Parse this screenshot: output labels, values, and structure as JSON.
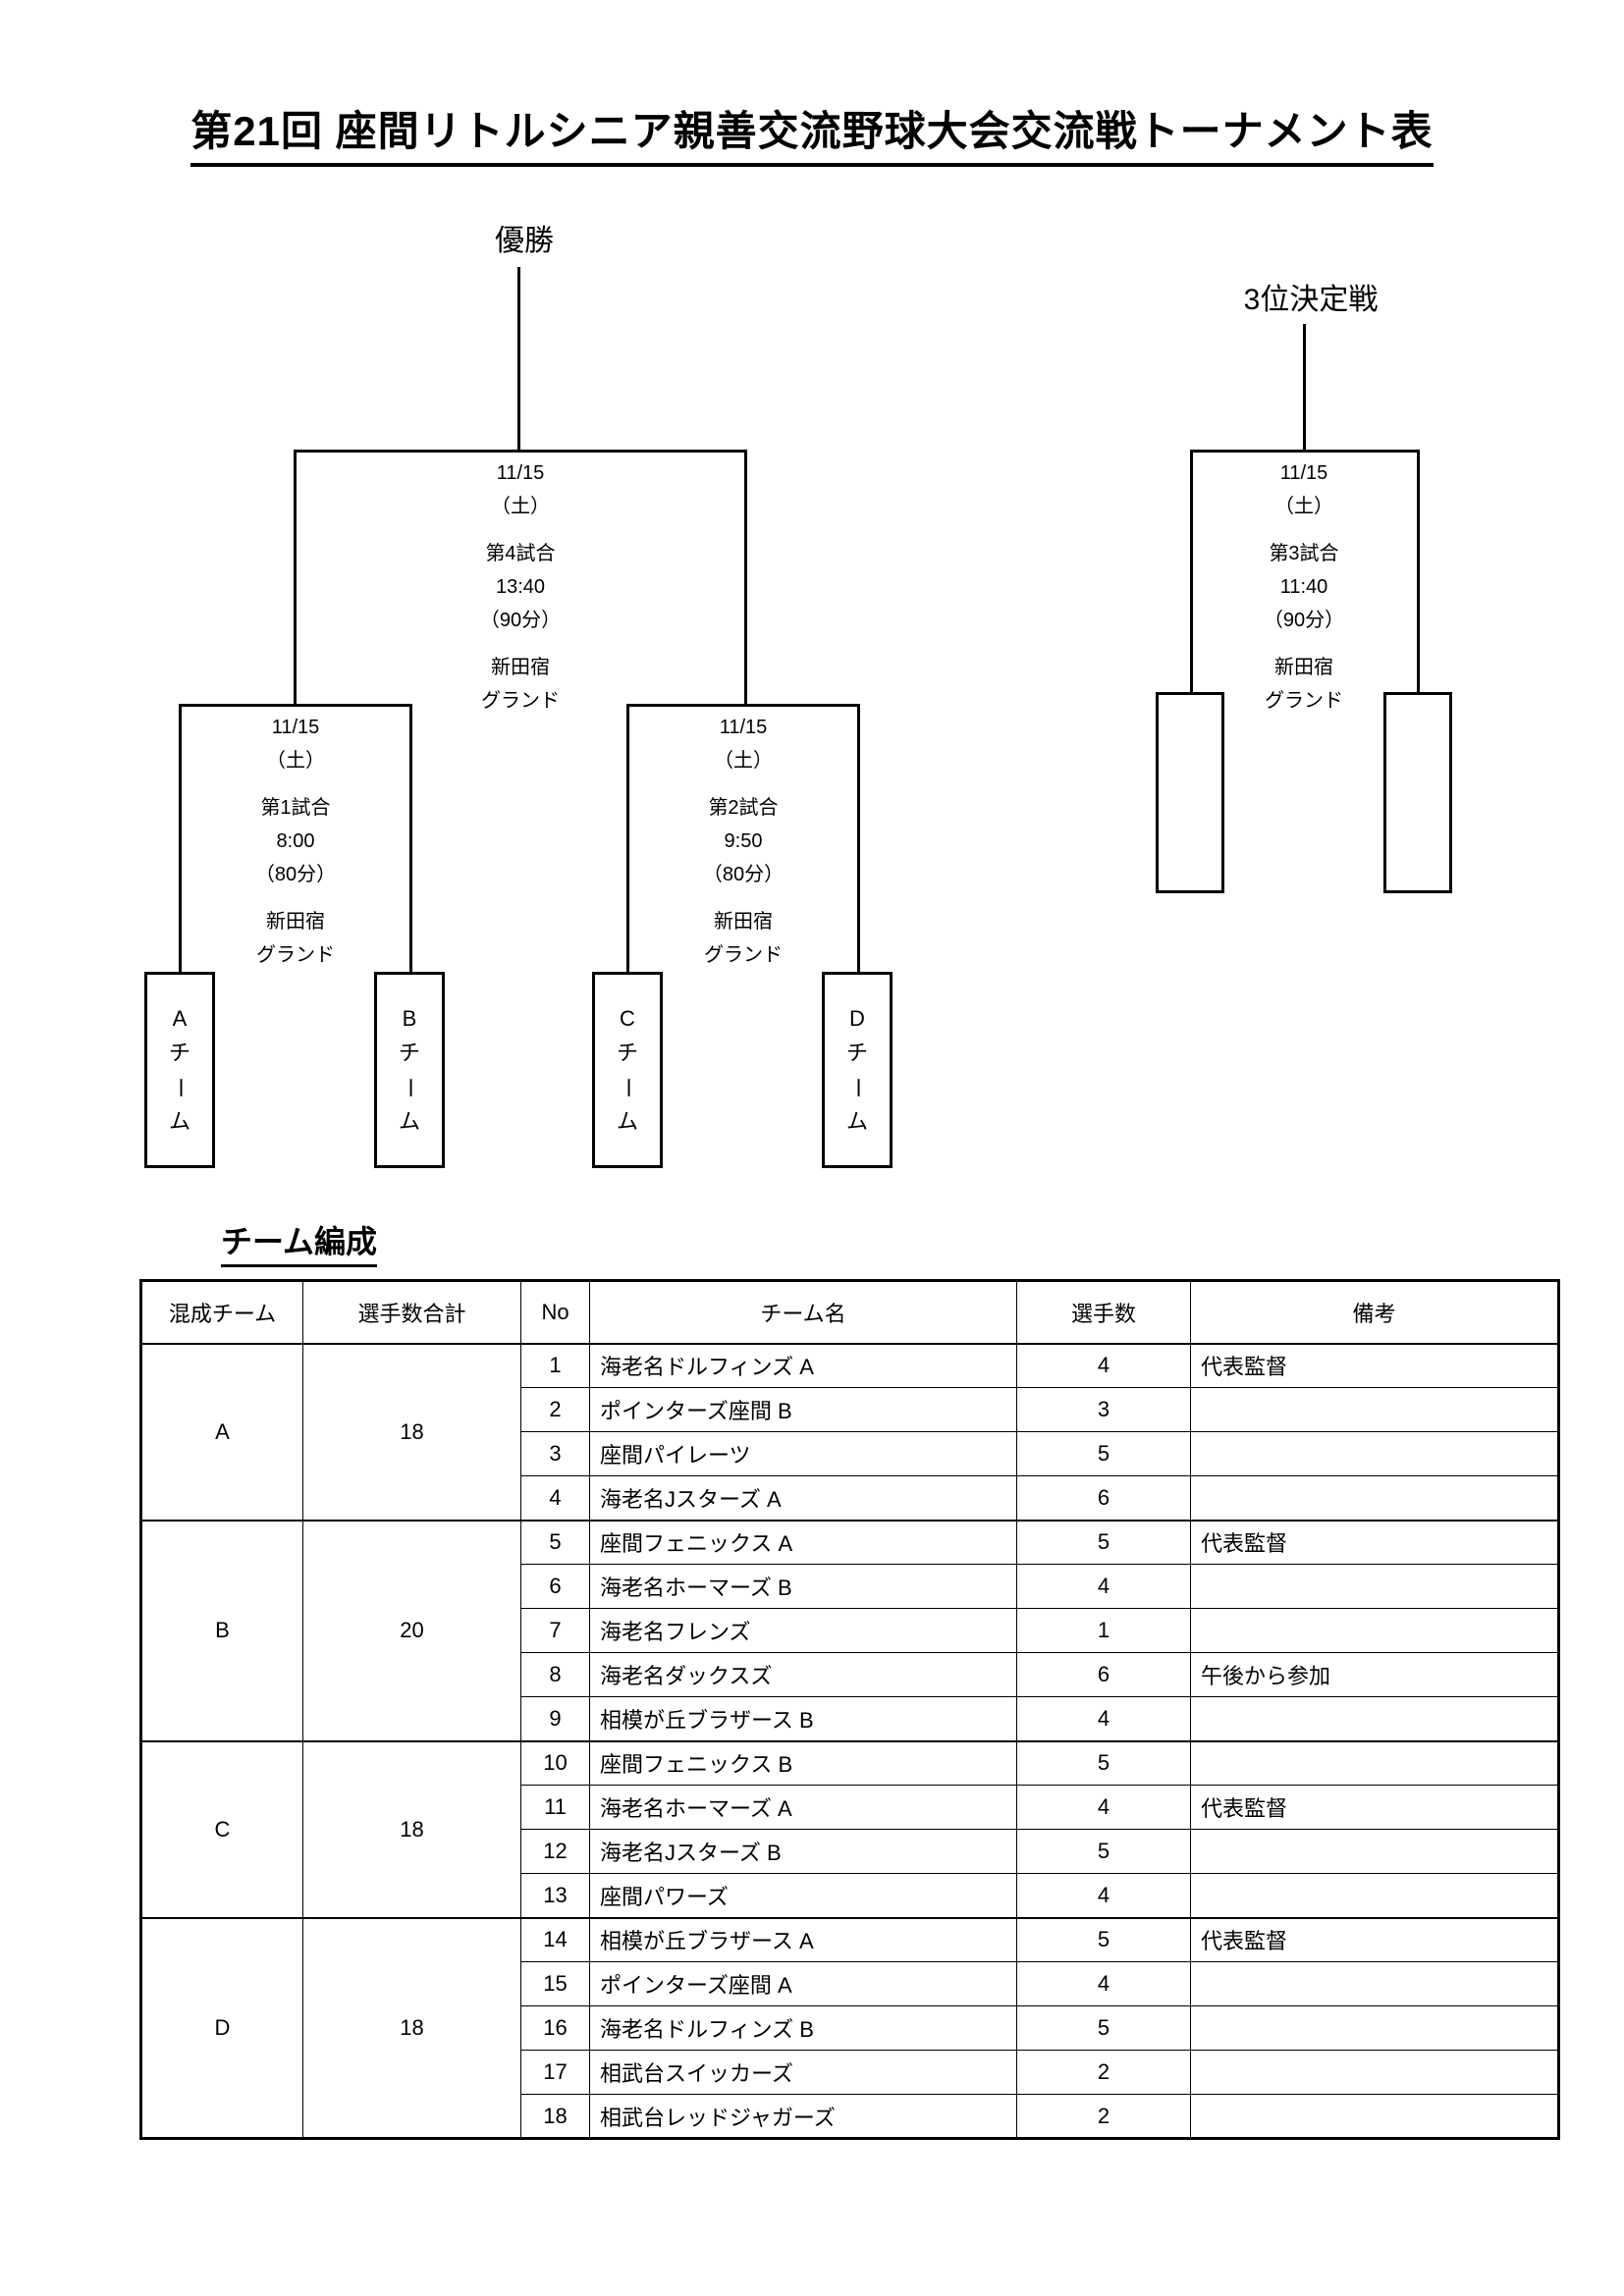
{
  "page": {
    "title": "第21回 座間リトルシニア親善交流野球大会交流戦トーナメント表"
  },
  "bracket": {
    "champion_label": "優勝",
    "third_place_label": "3位決定戦",
    "matches": {
      "final": {
        "date": "11/15",
        "day": "（土）",
        "game": "第4試合",
        "time": "13:40",
        "duration": "（90分）",
        "venue1": "新田宿",
        "venue2": "グランド"
      },
      "semi1": {
        "date": "11/15",
        "day": "（土）",
        "game": "第1試合",
        "time": "8:00",
        "duration": "（80分）",
        "venue1": "新田宿",
        "venue2": "グランド"
      },
      "semi2": {
        "date": "11/15",
        "day": "（土）",
        "game": "第2試合",
        "time": "9:50",
        "duration": "（80分）",
        "venue1": "新田宿",
        "ven2_unused": "",
        "venue2": "グランド"
      },
      "third": {
        "date": "11/15",
        "day": "（土）",
        "game": "第3試合",
        "time": "11:40",
        "duration": "（90分）",
        "venue1": "新田宿",
        "venue2": "グランド"
      }
    },
    "teams": [
      "Aチーム",
      "Bチーム",
      "Cチーム",
      "Dチーム"
    ]
  },
  "roster": {
    "heading": "チーム編成",
    "headers": {
      "group": "混成チーム",
      "total": "選手数合計",
      "no": "No",
      "team": "チーム名",
      "players": "選手数",
      "notes": "備考"
    },
    "groups": [
      {
        "name": "A",
        "total": "18",
        "teams": [
          {
            "no": "1",
            "team": "海老名ドルフィンズ A",
            "players": "4",
            "notes": "代表監督"
          },
          {
            "no": "2",
            "team": "ポインターズ座間 B",
            "players": "3",
            "notes": ""
          },
          {
            "no": "3",
            "team": "座間パイレーツ",
            "players": "5",
            "notes": ""
          },
          {
            "no": "4",
            "team": "海老名Jスターズ A",
            "players": "6",
            "notes": ""
          }
        ]
      },
      {
        "name": "B",
        "total": "20",
        "teams": [
          {
            "no": "5",
            "team": "座間フェニックス A",
            "players": "5",
            "notes": "代表監督"
          },
          {
            "no": "6",
            "team": "海老名ホーマーズ B",
            "players": "4",
            "notes": ""
          },
          {
            "no": "7",
            "team": "海老名フレンズ",
            "players": "1",
            "notes": ""
          },
          {
            "no": "8",
            "team": "海老名ダックスズ",
            "players": "6",
            "notes": "午後から参加"
          },
          {
            "no": "9",
            "team": "相模が丘ブラザース B",
            "players": "4",
            "notes": ""
          }
        ]
      },
      {
        "name": "C",
        "total": "18",
        "teams": [
          {
            "no": "10",
            "team": "座間フェニックス B",
            "players": "5",
            "notes": ""
          },
          {
            "no": "11",
            "team": "海老名ホーマーズ A",
            "players": "4",
            "notes": "代表監督"
          },
          {
            "no": "12",
            "team": "海老名Jスターズ B",
            "players": "5",
            "notes": ""
          },
          {
            "no": "13",
            "team": "座間パワーズ",
            "players": "4",
            "notes": ""
          }
        ]
      },
      {
        "name": "D",
        "total": "18",
        "teams": [
          {
            "no": "14",
            "team": "相模が丘ブラザース A",
            "players": "5",
            "notes": "代表監督"
          },
          {
            "no": "15",
            "team": "ポインターズ座間 A",
            "players": "4",
            "notes": ""
          },
          {
            "no": "16",
            "team": "海老名ドルフィンズ B",
            "players": "5",
            "notes": ""
          },
          {
            "no": "17",
            "team": "相武台スイッカーズ",
            "players": "2",
            "notes": ""
          },
          {
            "no": "18",
            "team": "相武台レッドジャガーズ",
            "players": "2",
            "notes": ""
          }
        ]
      }
    ]
  }
}
